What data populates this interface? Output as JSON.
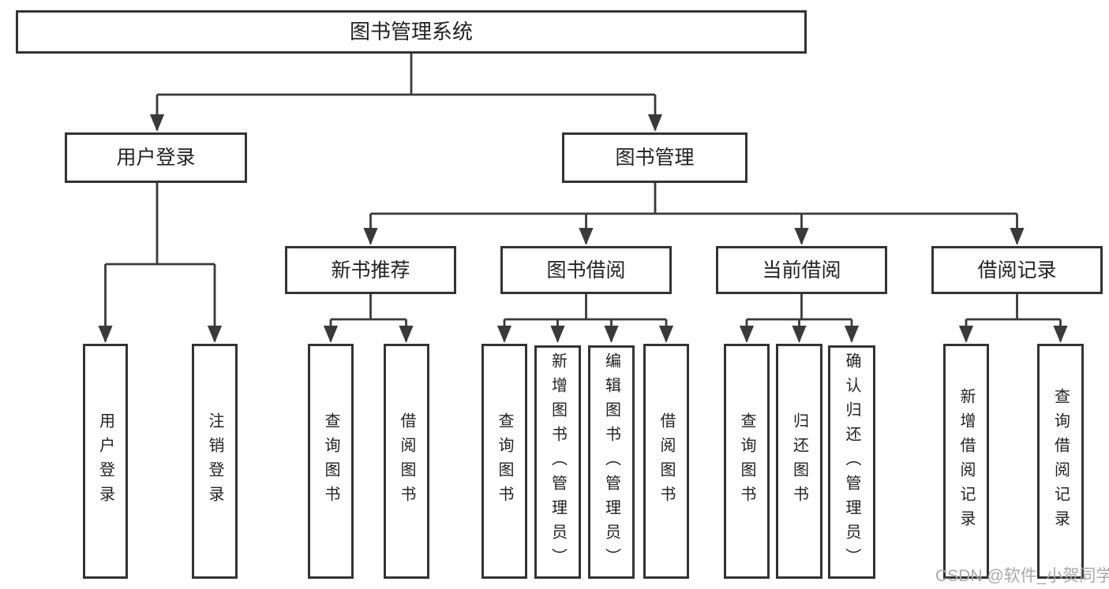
{
  "diagram": {
    "root": {
      "label": "图书管理系统"
    },
    "branches": [
      {
        "label": "用户登录",
        "children": [
          "用户登录",
          "注销登录"
        ]
      },
      {
        "label": "图书管理",
        "groups": [
          {
            "label": "新书推荐",
            "children": [
              "查询图书",
              "借阅图书"
            ]
          },
          {
            "label": "图书借阅",
            "children": [
              "查询图书",
              "新增图书（管理员）",
              "编辑图书（管理员）",
              "借阅图书"
            ]
          },
          {
            "label": "当前借阅",
            "children": [
              "查询图书",
              "归还图书",
              "确认归还（管理员）"
            ]
          },
          {
            "label": "借阅记录",
            "children": [
              "新增借阅记录",
              "查询借阅记录"
            ]
          }
        ]
      }
    ],
    "watermark": "CSDN @软件_小贺同学"
  },
  "colors": {
    "line": "#3a3a3a",
    "border": "#333333",
    "fill": "#ffffff",
    "text": "#222222",
    "watermark": "#a9a9a9",
    "background": "#ffffff"
  }
}
